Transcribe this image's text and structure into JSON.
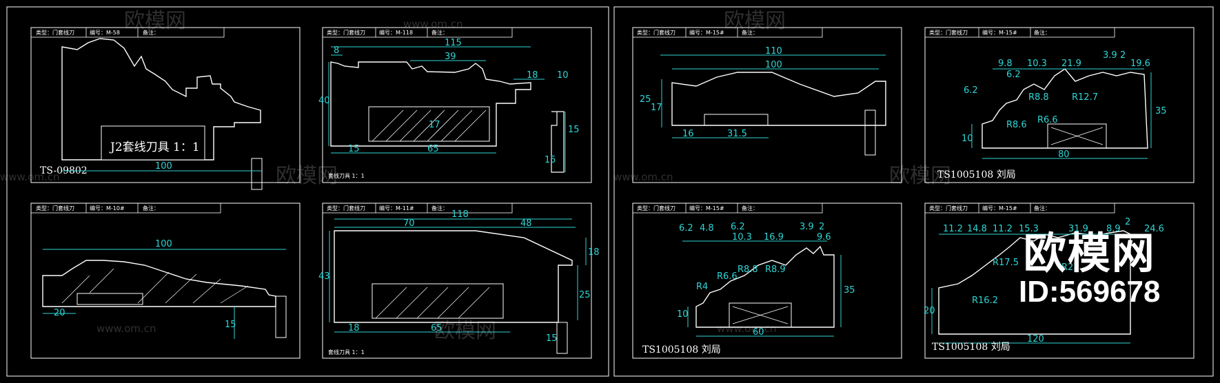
{
  "drawings": [
    {
      "header": {
        "type": "类型：门套线刀",
        "code": "编号：M-58",
        "note": "备注："
      },
      "title": "J2套线刀具 1：1",
      "code": "TS-09802",
      "dims": [
        "100"
      ]
    },
    {
      "header": {
        "type": "类型：门套线刀",
        "code": "编号：M-118",
        "note": "备注："
      },
      "title": "套线刀具 1：1",
      "dims": [
        "115",
        "8",
        "39",
        "18",
        "10",
        "40",
        "17",
        "15",
        "65",
        "15",
        "15"
      ]
    },
    {
      "header": {
        "type": "类型：门套线刀",
        "code": "编号：M-15#",
        "note": "备注："
      },
      "dims": [
        "110",
        "100",
        "25",
        "17",
        "16",
        "31.5"
      ]
    },
    {
      "header": {
        "type": "类型：门套线刀",
        "code": "编号：M-15#",
        "note": "备注："
      },
      "title": "TS1005108   刘局",
      "dims": [
        "6.2",
        "9.8",
        "10.3",
        "21.9",
        "3.9",
        "2",
        "19.6",
        "6.2",
        "R8.8",
        "R12.7",
        "R8.6",
        "R6.6",
        "35",
        "10",
        "80"
      ]
    },
    {
      "header": {
        "type": "类型：门套线刀",
        "code": "编号：M-10#",
        "note": "备注："
      },
      "dims": [
        "100",
        "20",
        "15"
      ]
    },
    {
      "header": {
        "type": "类型：门套线刀",
        "code": "编号：M-11#",
        "note": "备注："
      },
      "title": "套线刀具 1：1",
      "dims": [
        "118",
        "70",
        "48",
        "18",
        "43",
        "25",
        "18",
        "65",
        "15"
      ]
    },
    {
      "header": {
        "type": "类型：门套线刀",
        "code": "编号：M-15#",
        "note": "备注："
      },
      "title": "TS1005108   刘局",
      "dims": [
        "6.2",
        "4.8",
        "6.2",
        "10.3",
        "16.9",
        "3.9",
        "2",
        "9.6",
        "R4",
        "R6.6",
        "R8.8",
        "R8.9",
        "35",
        "10",
        "60"
      ]
    },
    {
      "header": {
        "type": "类型：门套线刀",
        "code": "编号：M-15#",
        "note": "备注："
      },
      "title": "TS1005108   刘局",
      "dims": [
        "11.2",
        "14.8",
        "11.2",
        "15.3",
        "31.9",
        "8.9",
        "2",
        "24.6",
        "R17.5",
        "R23",
        "R16.2",
        "20",
        "120"
      ]
    }
  ],
  "watermark": {
    "text": "欧模网",
    "site": "www.om.cn"
  },
  "brand": {
    "name": "欧模网",
    "id": "ID:569678"
  }
}
